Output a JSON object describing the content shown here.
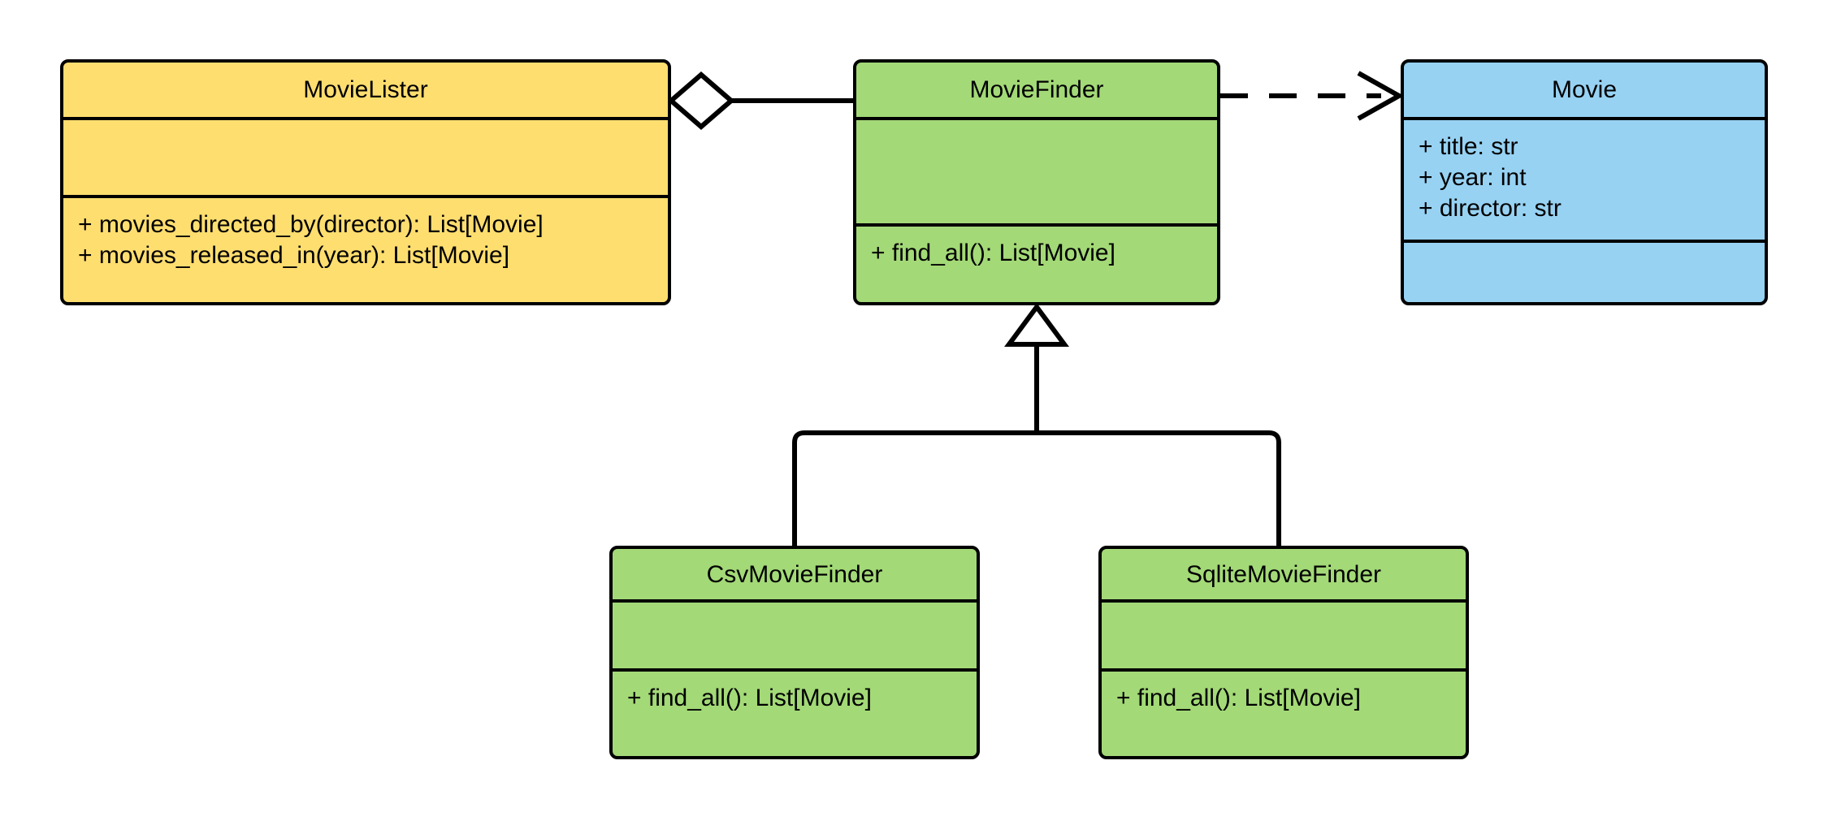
{
  "diagram": {
    "type": "uml-class-diagram",
    "background": "#ffffff",
    "line_color": "#000000",
    "text_color": "#000000"
  },
  "palette": {
    "yellow": "#FFDE70",
    "green": "#A3D977",
    "blue": "#97D2F3",
    "stroke": "#000000",
    "white": "#FFFFFF"
  },
  "classes": {
    "movielister": {
      "name": "MovieLister",
      "color": "#FFDE70",
      "attributes": [],
      "methods": [
        "+ movies_directed_by(director): List[Movie]",
        "+ movies_released_in(year): List[Movie]"
      ]
    },
    "moviefinder": {
      "name": "MovieFinder",
      "color": "#A3D977",
      "attributes": [],
      "methods": [
        "+ find_all(): List[Movie]"
      ]
    },
    "movie": {
      "name": "Movie",
      "color": "#97D2F3",
      "attributes": [
        "+ title: str",
        "+ year: int",
        "+ director: str"
      ],
      "methods": []
    },
    "csvmoviefinder": {
      "name": "CsvMovieFinder",
      "color": "#A3D977",
      "attributes": [],
      "methods": [
        "+ find_all(): List[Movie]"
      ]
    },
    "sqlitemoviefinder": {
      "name": "SqliteMovieFinder",
      "color": "#A3D977",
      "attributes": [],
      "methods": [
        "+ find_all(): List[Movie]"
      ]
    }
  },
  "relationships": [
    {
      "id": "aggregation-movielister-moviefinder",
      "kind": "aggregation",
      "source": "MovieLister",
      "target": "MovieFinder",
      "style": "solid",
      "source_decoration": "hollow-diamond",
      "target_decoration": "none",
      "label": ""
    },
    {
      "id": "dependency-moviefinder-movie",
      "kind": "dependency",
      "source": "MovieFinder",
      "target": "Movie",
      "style": "dashed",
      "source_decoration": "none",
      "target_decoration": "open-arrow",
      "label": ""
    },
    {
      "id": "generalization-csvmoviefinder-moviefinder",
      "kind": "generalization",
      "source": "CsvMovieFinder",
      "target": "MovieFinder",
      "style": "solid",
      "source_decoration": "none",
      "target_decoration": "hollow-triangle",
      "label": ""
    },
    {
      "id": "generalization-sqlitemoviefinder-moviefinder",
      "kind": "generalization",
      "source": "SqliteMovieFinder",
      "target": "MovieFinder",
      "style": "solid",
      "source_decoration": "none",
      "target_decoration": "hollow-triangle",
      "label": ""
    }
  ]
}
